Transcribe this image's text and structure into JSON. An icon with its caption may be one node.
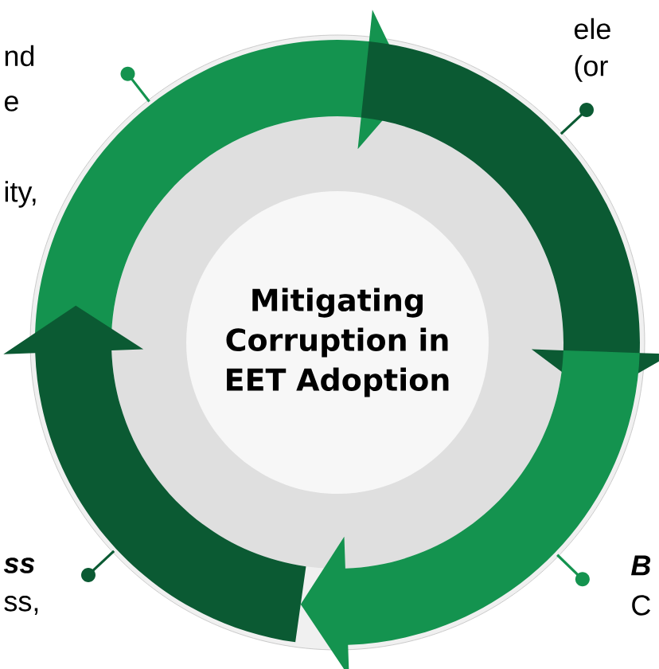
{
  "diagram": {
    "nodes": [
      {
        "text": [
          "Mitigating Corruption in EET Adoption"
        ]
      }
    ],
    "labels": [
      "nd",
      "e",
      "ity,",
      "ele",
      "(or",
      "ss",
      "ss,",
      "B",
      "C"
    ]
  }
}
